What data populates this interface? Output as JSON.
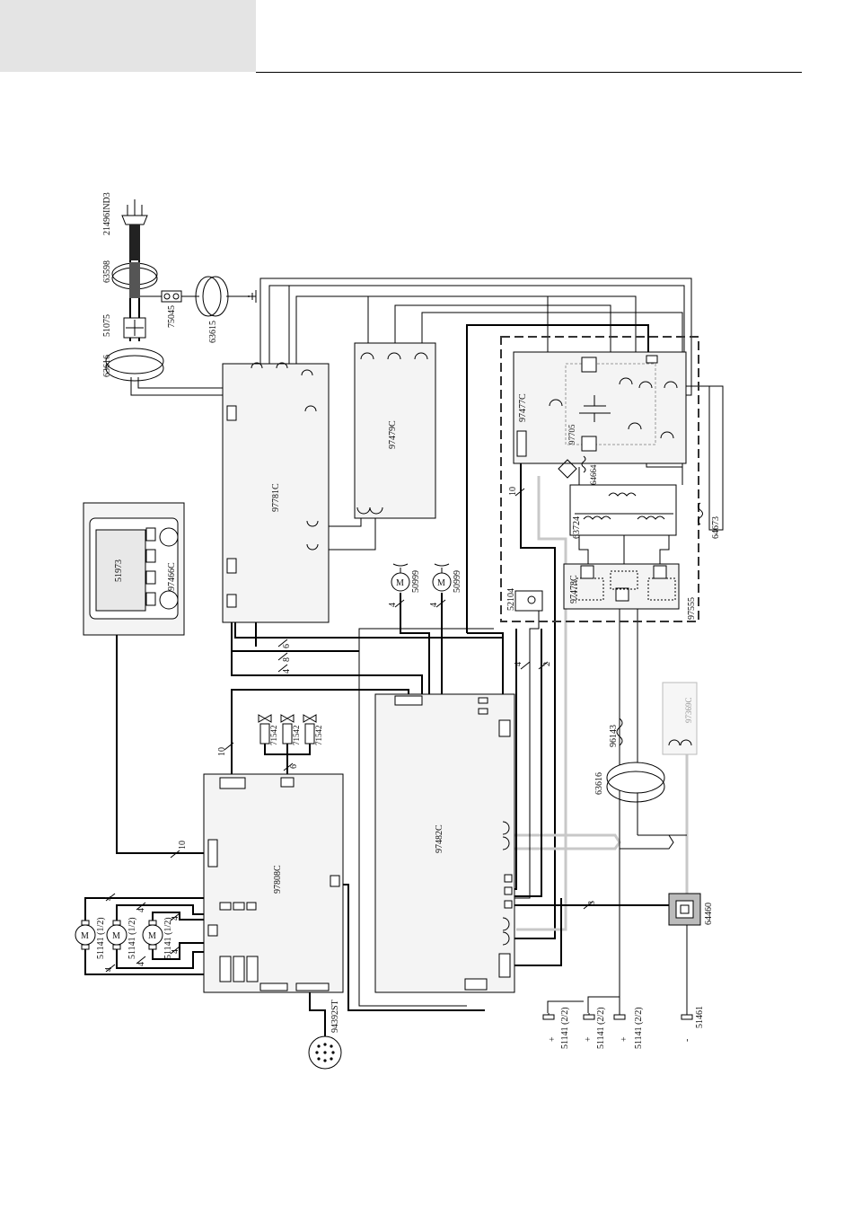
{
  "diagram": {
    "components": {
      "plug": "21496IND3",
      "ferrite_top": "63598",
      "filter": "51075",
      "ground_terminal": "75045",
      "ferrite_ground": "63615",
      "ferrite_main": "63616",
      "board_97781": "97781C",
      "board_97479": "97479C",
      "board_97477": "97477C",
      "part_97705": "97705",
      "part_64664": "64664",
      "transformer": "63724",
      "choke_64673": "64673",
      "board_97478": "97478C",
      "sensor_52104": "52104",
      "group_97555": "97555",
      "display_51973": "51973",
      "display_board": "97466C",
      "fan_a": "50999",
      "fan_b": "50999",
      "board_97482": "97482C",
      "coil_96143": "96143",
      "ferrite_lower": "63616",
      "board_97369": "97369C",
      "bridge_64460": "64460",
      "valve_a": "71542",
      "valve_b": "71542",
      "valve_c": "71542",
      "board_97808": "97808C",
      "motor_a": "51141 (1/2)",
      "motor_b": "51141 (1/2)",
      "motor_c": "51141 (1/2)",
      "connector_94392": "94392ST",
      "terminal_a": "51141 (2/2)",
      "terminal_b": "51141 (2/2)",
      "terminal_c": "51141 (2/2)",
      "terminal_neg": "51461"
    },
    "motor_symbol": "M",
    "terminal_signs": {
      "plus": "+",
      "minus": "-"
    },
    "bus_labels": {
      "b10_top": "10",
      "b6": "6",
      "b8": "8",
      "b4": "4",
      "b4_fan_a": "4",
      "b4_fan_b": "4",
      "b4_right": "4",
      "b2": "2",
      "b10_valves": "10",
      "b6_valves": "6",
      "b10_display": "10",
      "b3": "3",
      "b4_m1": "4",
      "b4_m2": "4",
      "b4_m3": "4",
      "b4_m4": "4",
      "b4_m5": "4",
      "b4_m6": "4"
    }
  }
}
